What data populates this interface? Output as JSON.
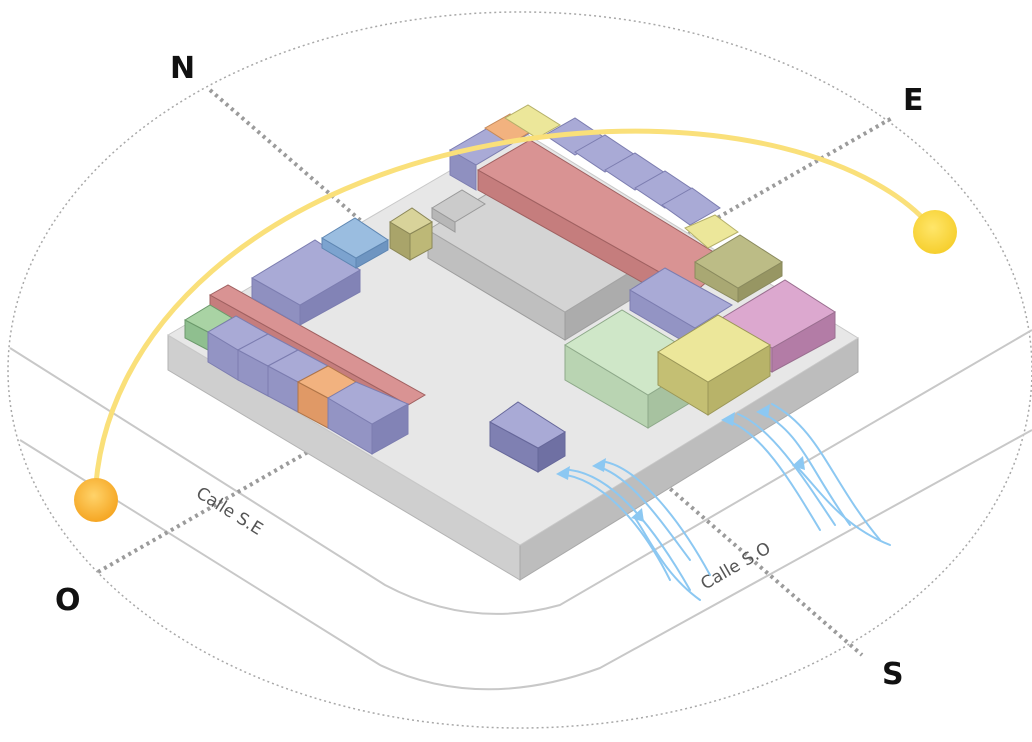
{
  "compass": {
    "north": "N",
    "east": "E",
    "west": "O",
    "south": "S"
  },
  "streets": {
    "southeast": "Calle S.E",
    "southwest": "Calle S.O"
  },
  "colors": {
    "sun": "#f8d23a",
    "sun_path": "#fae07a",
    "wind": "#8cc8f2",
    "slab": "#e7e7e7",
    "blue_block": "#a9aad6",
    "red_block": "#d99393",
    "yellow_block": "#ece79a",
    "green_block": "#cfe7c8",
    "olive_block": "#bcbc86",
    "pink_block": "#dca8cf",
    "orange_block": "#f2b27f",
    "grey_block": "#d7d7d7"
  },
  "icons": [
    "sun-icon",
    "wind-arrow-icon"
  ]
}
